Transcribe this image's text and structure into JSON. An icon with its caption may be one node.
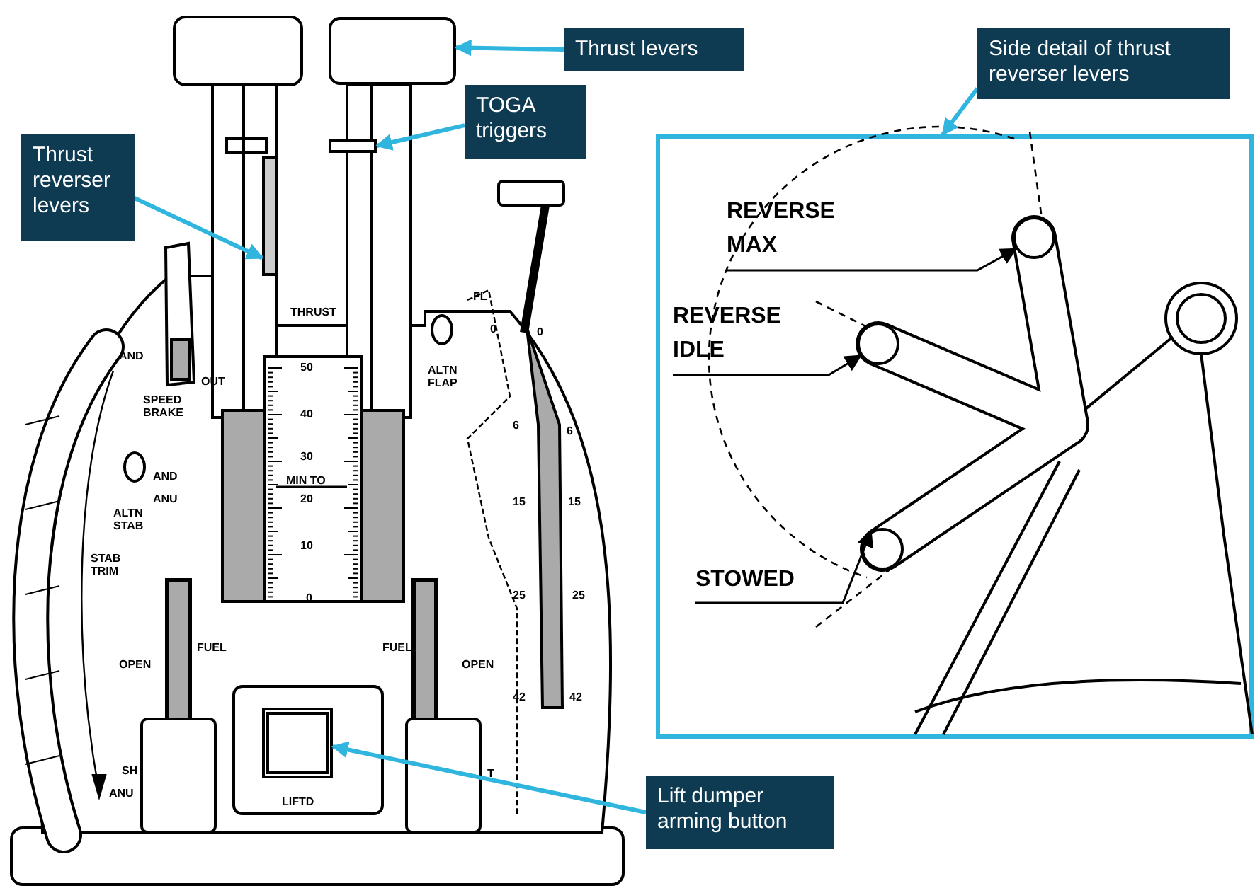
{
  "diagram": {
    "nodes": [
      {
        "text": [
          "Thrust levers"
        ]
      },
      {
        "text": [],
        "shape": "box"
      },
      {
        "text": [
          "TOGA triggers"
        ]
      },
      {
        "text": [],
        "shape": "box"
      },
      {
        "text": [
          "Thrust reverser levers"
        ]
      },
      {
        "text": [],
        "shape": "bar"
      },
      {
        "text": [
          "Side detail of thrust reverser levers"
        ]
      },
      {
        "text": [],
        "shape": "box"
      },
      {
        "text": [
          "Lift dumper arming button"
        ]
      },
      {
        "text": [],
        "shape": "box"
      },
      {
        "text": [
          "REVERSE MAX"
        ],
        "in": 7
      },
      {
        "text": [],
        "shape": "circle",
        "in": 7
      },
      {
        "text": [
          "REVERSE IDLE"
        ],
        "in": 7
      },
      {
        "text": [],
        "shape": "circle",
        "in": 7
      },
      {
        "text": [
          "STOWED"
        ],
        "in": 7
      },
      {
        "text": [],
        "shape": "circle",
        "in": 7
      }
    ],
    "edges": [
      {
        "from": 0,
        "to": 1,
        "arrow": "to"
      },
      {
        "from": 2,
        "to": 3,
        "arrow": "to"
      },
      {
        "from": 4,
        "to": 5,
        "arrow": "to"
      },
      {
        "from": 6,
        "to": 7,
        "arrow": "to"
      },
      {
        "from": 8,
        "to": 9,
        "arrow": "to"
      },
      {
        "from": 10,
        "to": 11,
        "arrow": "to",
        "color": "#000000"
      },
      {
        "from": 12,
        "to": 13,
        "arrow": "to",
        "color": "#000000"
      },
      {
        "from": 14,
        "to": 15,
        "arrow": "to",
        "color": "#000000"
      }
    ],
    "labels": [
      "THRUST",
      "50",
      "40",
      "30",
      "MIN TO",
      "20",
      "10",
      "0",
      "AND",
      "OUT",
      "SPEED BRAKE",
      "AND",
      "ANU",
      "ALTN STAB",
      "STAB TRIM",
      "ANU",
      "SH",
      "ALTN FLAP",
      "FL",
      "0",
      "0",
      "6",
      "6",
      "15",
      "15",
      "25",
      "25",
      "42",
      "42",
      "FUEL",
      "FUEL",
      "OPEN",
      "OPEN",
      "LIFTD",
      "T"
    ]
  }
}
